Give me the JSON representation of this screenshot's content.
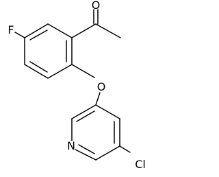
{
  "molecule": {
    "atoms": {
      "oxygen_carbonyl": "O",
      "fluorine": "F",
      "oxygen_ether": "O",
      "nitrogen": "N",
      "chlorine": "Cl"
    }
  }
}
